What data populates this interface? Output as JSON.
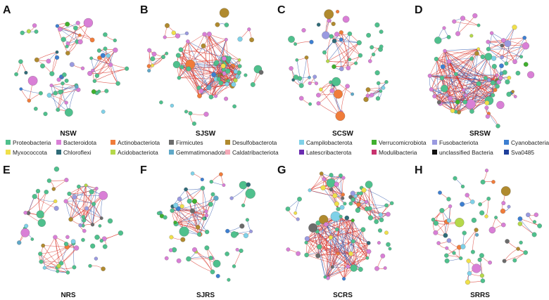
{
  "figure": {
    "panels": [
      {
        "letter": "A",
        "name": "NSW",
        "modules": [
          {
            "n": 14,
            "dense": 0.45
          },
          {
            "n": 14,
            "dense": 0.5
          },
          {
            "n": 13,
            "dense": 0.45
          },
          {
            "n": 6,
            "dense": 0.6
          },
          {
            "n": 5,
            "dense": 0.6
          },
          {
            "n": 4,
            "dense": 0.7
          },
          {
            "n": 4,
            "dense": 0.7
          },
          {
            "n": 3,
            "dense": 1
          },
          {
            "n": 3,
            "dense": 1
          },
          {
            "n": 2,
            "dense": 1
          },
          {
            "n": 2,
            "dense": 1
          },
          {
            "n": 2,
            "dense": 1
          }
        ]
      },
      {
        "letter": "B",
        "name": "SJSW",
        "modules": [
          {
            "n": 30,
            "dense": 0.9
          },
          {
            "n": 18,
            "dense": 0.65
          },
          {
            "n": 8,
            "dense": 0.5
          },
          {
            "n": 5,
            "dense": 0.6
          },
          {
            "n": 4,
            "dense": 0.7
          },
          {
            "n": 4,
            "dense": 0.7
          },
          {
            "n": 3,
            "dense": 1
          },
          {
            "n": 3,
            "dense": 1
          },
          {
            "n": 2,
            "dense": 1
          },
          {
            "n": 2,
            "dense": 1
          }
        ]
      },
      {
        "letter": "C",
        "name": "SCSW",
        "modules": [
          {
            "n": 13,
            "dense": 0.45
          },
          {
            "n": 12,
            "dense": 0.45
          },
          {
            "n": 10,
            "dense": 0.45
          },
          {
            "n": 8,
            "dense": 0.45
          },
          {
            "n": 6,
            "dense": 0.5
          },
          {
            "n": 5,
            "dense": 0.6
          },
          {
            "n": 4,
            "dense": 0.7
          },
          {
            "n": 3,
            "dense": 1
          },
          {
            "n": 3,
            "dense": 1
          },
          {
            "n": 2,
            "dense": 1
          },
          {
            "n": 2,
            "dense": 1
          },
          {
            "n": 2,
            "dense": 1
          }
        ]
      },
      {
        "letter": "D",
        "name": "SRSW",
        "modules": [
          {
            "n": 34,
            "dense": 0.95
          },
          {
            "n": 14,
            "dense": 0.55
          },
          {
            "n": 12,
            "dense": 0.5
          },
          {
            "n": 6,
            "dense": 0.6
          },
          {
            "n": 5,
            "dense": 0.6
          },
          {
            "n": 4,
            "dense": 0.7
          },
          {
            "n": 3,
            "dense": 1
          },
          {
            "n": 3,
            "dense": 1
          },
          {
            "n": 2,
            "dense": 1
          }
        ]
      },
      {
        "letter": "E",
        "name": "NRS",
        "modules": [
          {
            "n": 16,
            "dense": 0.7
          },
          {
            "n": 14,
            "dense": 0.6
          },
          {
            "n": 10,
            "dense": 0.5
          },
          {
            "n": 7,
            "dense": 0.5
          },
          {
            "n": 5,
            "dense": 0.6
          },
          {
            "n": 4,
            "dense": 0.7
          },
          {
            "n": 3,
            "dense": 1
          },
          {
            "n": 3,
            "dense": 1
          },
          {
            "n": 2,
            "dense": 1
          },
          {
            "n": 2,
            "dense": 1
          }
        ]
      },
      {
        "letter": "F",
        "name": "SJRS",
        "modules": [
          {
            "n": 22,
            "dense": 0.75
          },
          {
            "n": 8,
            "dense": 0.5
          },
          {
            "n": 7,
            "dense": 0.5
          },
          {
            "n": 6,
            "dense": 0.5
          },
          {
            "n": 5,
            "dense": 0.6
          },
          {
            "n": 4,
            "dense": 0.7
          },
          {
            "n": 4,
            "dense": 0.7
          },
          {
            "n": 3,
            "dense": 1
          },
          {
            "n": 3,
            "dense": 1
          },
          {
            "n": 2,
            "dense": 1
          },
          {
            "n": 2,
            "dense": 1
          }
        ]
      },
      {
        "letter": "G",
        "name": "SCRS",
        "modules": [
          {
            "n": 30,
            "dense": 0.95
          },
          {
            "n": 15,
            "dense": 0.6
          },
          {
            "n": 14,
            "dense": 0.6
          },
          {
            "n": 12,
            "dense": 0.55
          },
          {
            "n": 5,
            "dense": 0.6
          },
          {
            "n": 4,
            "dense": 0.7
          },
          {
            "n": 3,
            "dense": 1
          },
          {
            "n": 2,
            "dense": 1
          },
          {
            "n": 2,
            "dense": 1
          }
        ]
      },
      {
        "letter": "H",
        "name": "SRRS",
        "modules": [
          {
            "n": 9,
            "dense": 0.45
          },
          {
            "n": 9,
            "dense": 0.45
          },
          {
            "n": 8,
            "dense": 0.45
          },
          {
            "n": 8,
            "dense": 0.45
          },
          {
            "n": 7,
            "dense": 0.45
          },
          {
            "n": 6,
            "dense": 0.5
          },
          {
            "n": 5,
            "dense": 0.6
          },
          {
            "n": 4,
            "dense": 0.7
          },
          {
            "n": 3,
            "dense": 1
          },
          {
            "n": 3,
            "dense": 1
          },
          {
            "n": 2,
            "dense": 1
          },
          {
            "n": 2,
            "dense": 1
          }
        ]
      }
    ],
    "edge_colors": {
      "positive": "#d9342b",
      "negative": "#3a5fb0"
    },
    "legend": [
      {
        "label": "Proteobacteria",
        "color": "#4fc08d"
      },
      {
        "label": "Bacteroidota",
        "color": "#d97fd6"
      },
      {
        "label": "Actinobacteriota",
        "color": "#f07c3a"
      },
      {
        "label": "Firmicutes",
        "color": "#6b6b6b"
      },
      {
        "label": "Desulfobacterota",
        "color": "#b08a2e"
      },
      {
        "label": "Campilobacterota",
        "color": "#7fd1e8"
      },
      {
        "label": "Verrucomicrobiota",
        "color": "#3fb02e"
      },
      {
        "label": "Fusobacteriota",
        "color": "#9a9ae0"
      },
      {
        "label": "Cyanobacteria",
        "color": "#3d7fd1"
      },
      {
        "label": "Myxococcota",
        "color": "#f0e04a"
      },
      {
        "label": "Chloroflexi",
        "color": "#2f6b78"
      },
      {
        "label": "Acidobacteriota",
        "color": "#b5d84a"
      },
      {
        "label": "Gemmatimonadota",
        "color": "#5fa8c8"
      },
      {
        "label": "Caldatribacteriota",
        "color": "#f5a9b8"
      },
      {
        "label": "Latescribacterota",
        "color": "#6a2bb0"
      },
      {
        "label": "Modulibacteria",
        "color": "#c8326e"
      },
      {
        "label": "unclassified Bacteria",
        "color": "#111111"
      },
      {
        "label": "Sva0485",
        "color": "#1f3f9a"
      }
    ]
  }
}
